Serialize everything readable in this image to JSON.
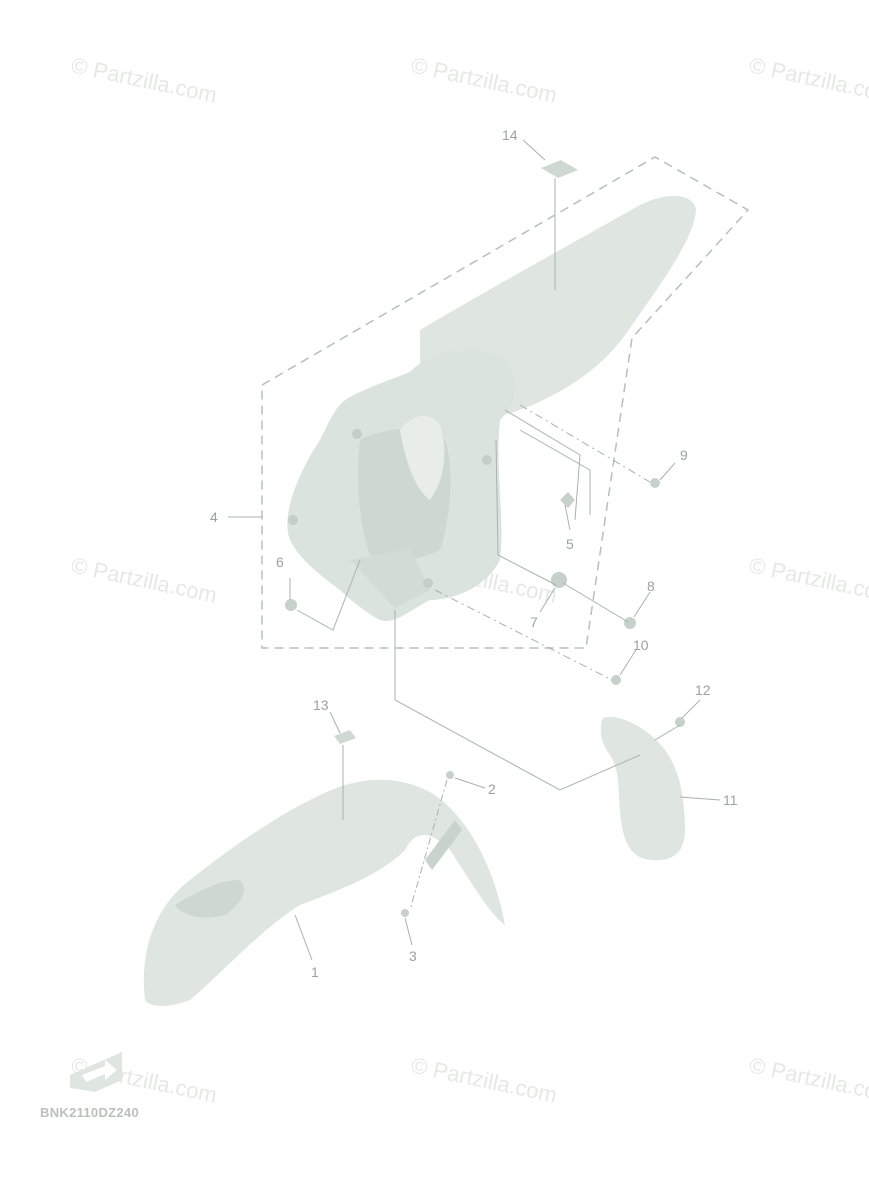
{
  "watermark": "© Partzilla.com",
  "diagram_code": "BNK2110DZ240",
  "callouts": {
    "c1": "1",
    "c2": "2",
    "c3": "3",
    "c4": "4",
    "c5": "5",
    "c6": "6",
    "c7": "7",
    "c8": "8",
    "c9": "9",
    "c10": "10",
    "c11": "11",
    "c12": "12",
    "c13": "13",
    "c14": "14"
  },
  "colors": {
    "part_fill": "#dfe6e0",
    "part_shade": "#cbd6ce",
    "leader": "#a9b2ad",
    "callout_text": "#9aa39e",
    "watermark_text": "#e6e8e6"
  }
}
